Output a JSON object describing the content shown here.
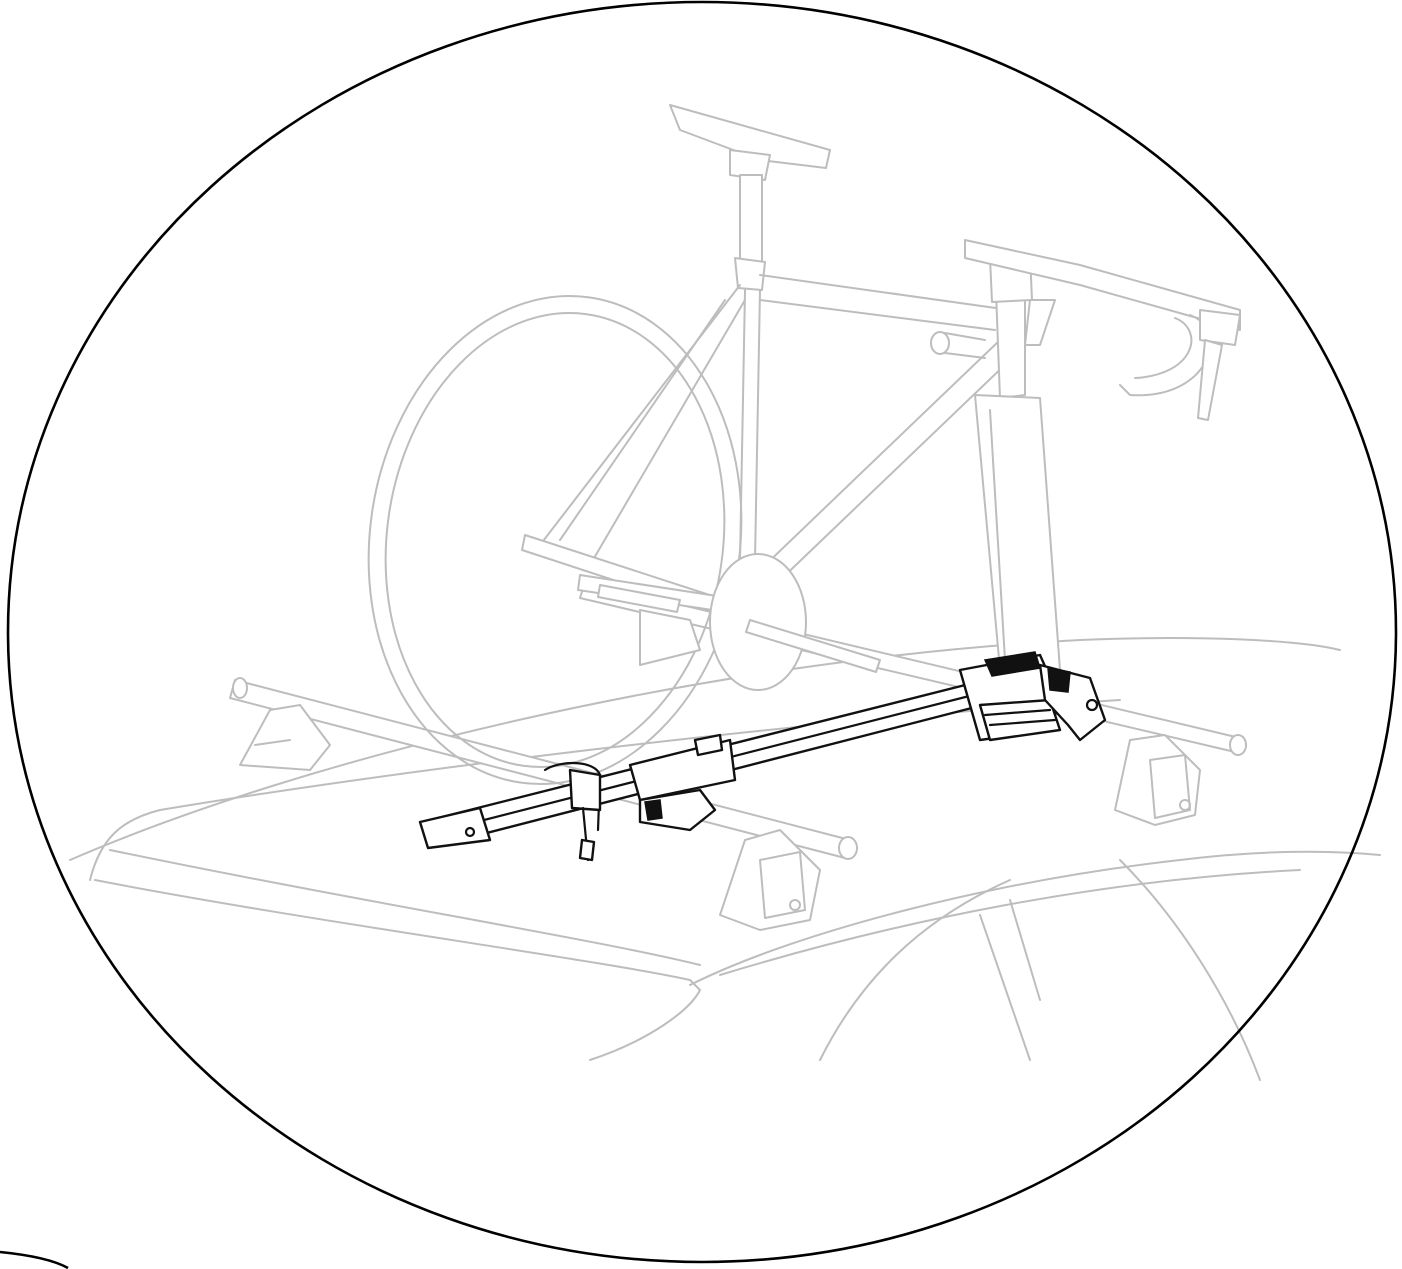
{
  "figure": {
    "colors": {
      "frame": "#000000",
      "rack": "#111111",
      "ghost": "#bdbdbd",
      "background": "#ffffff"
    },
    "parts": [
      "frame-circle",
      "car-roof-outline",
      "load-bar-rear",
      "load-bar-front",
      "bicycle",
      "roof-bike-carrier",
      "wheel-strap",
      "frame-holder-clamp",
      "rotary-knob"
    ]
  }
}
